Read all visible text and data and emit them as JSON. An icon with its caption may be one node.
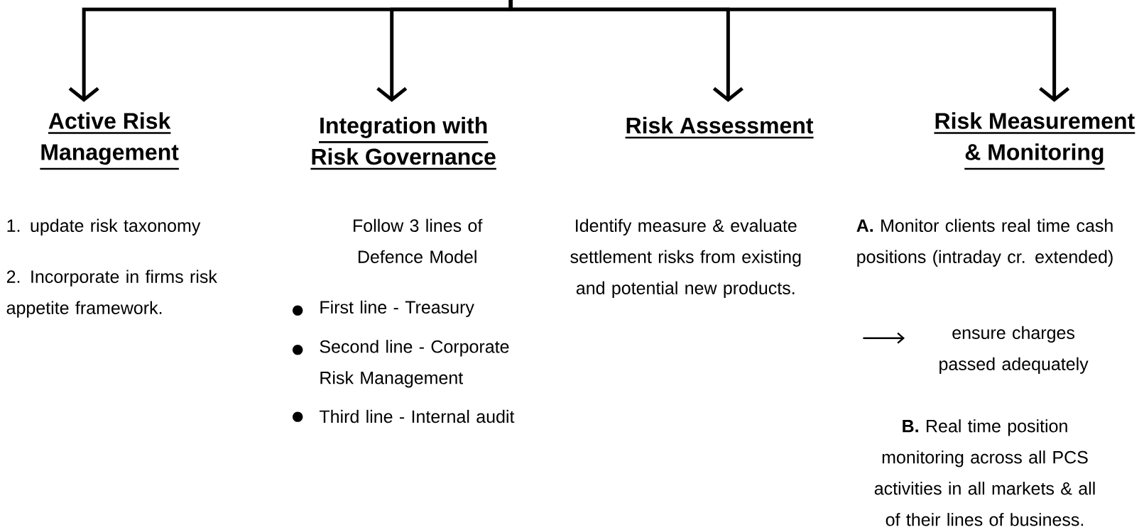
{
  "diagram": {
    "nodes": [
      {
        "text": [
          "Active Risk Management"
        ]
      },
      {
        "text": [
          "Integration with Risk Governance"
        ]
      },
      {
        "text": [
          "Risk Assessment"
        ]
      },
      {
        "text": [
          "Risk Measurement & Monitoring"
        ]
      }
    ],
    "edges": [
      {
        "from": null,
        "to": 0,
        "arrow": "to"
      },
      {
        "from": null,
        "to": 1,
        "arrow": "to"
      },
      {
        "from": null,
        "to": 2,
        "arrow": "to"
      },
      {
        "from": null,
        "to": 3,
        "arrow": "to"
      }
    ],
    "labels": [
      "1. update risk taxonomy",
      "2. Incorporate in firms risk appetite framework.",
      "Follow 3 lines of Defence Model",
      "First line - Treasury",
      "Second line - Corporate Risk Management",
      "Third line - Internal audit",
      "Identify measure & evaluate settlement risks from existing and potential new products.",
      "**A.** Monitor clients real time cash positions (intraday cr. extended)",
      "ensure charges passed adequately",
      "**B.** Real time position monitoring across all PCS activities in all markets & all of their lines of business."
    ]
  }
}
